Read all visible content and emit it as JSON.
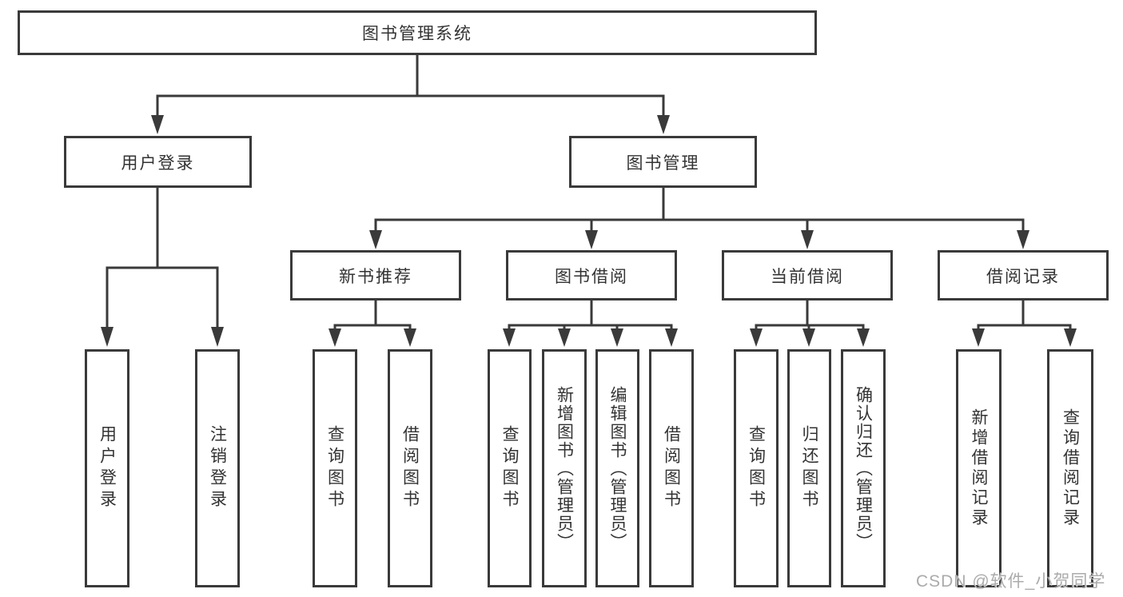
{
  "title": {
    "label": "图书管理系统"
  },
  "level2": {
    "user_login": {
      "label": "用户登录"
    },
    "book_management": {
      "label": "图书管理"
    }
  },
  "level3": {
    "new_book_recommend": {
      "label": "新书推荐"
    },
    "book_borrow": {
      "label": "图书借阅"
    },
    "current_borrow": {
      "label": "当前借阅"
    },
    "borrow_records": {
      "label": "借阅记录"
    }
  },
  "leaves": {
    "user_login": {
      "label": "用户登录"
    },
    "logout_login": {
      "label": "注销登录"
    },
    "nb_query_books": {
      "label": "查询图书"
    },
    "nb_borrow_books": {
      "label": "借阅图书"
    },
    "bb_query_books": {
      "label": "查询图书"
    },
    "bb_add_books": {
      "label": "新增图书（管理员）"
    },
    "bb_edit_books": {
      "label": "编辑图书（管理员）"
    },
    "bb_borrow_books": {
      "label": "借阅图书"
    },
    "cb_query_books": {
      "label": "查询图书"
    },
    "cb_return_books": {
      "label": "归还图书"
    },
    "cb_confirm_return": {
      "label": "确认归还（管理员）"
    },
    "br_add_record": {
      "label": "新增借阅记录"
    },
    "br_query_record": {
      "label": "查询借阅记录"
    }
  },
  "watermark": {
    "text": "CSDN @软件_小贺同学"
  },
  "colors": {
    "line": "#3a3a3a",
    "text": "#333333",
    "background": "#ffffff",
    "watermark": "#ababab"
  }
}
